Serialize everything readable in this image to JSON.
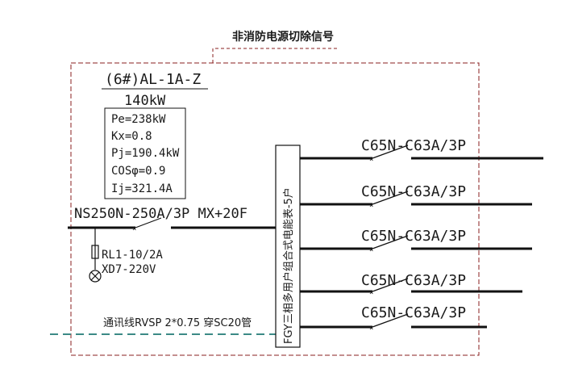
{
  "header": {
    "signal_label": "非消防电源切除信号"
  },
  "panel": {
    "name": "(6#)AL-1A-Z",
    "power": "140kW",
    "params": [
      "Pe=238kW",
      "Kx=0.8",
      "Pj=190.4kW",
      "COSφ=0.9",
      "Ij=321.4A"
    ]
  },
  "incoming": {
    "breaker": "NS250N-250A/3P MX+20F",
    "fuse": "RL1-10/2A",
    "lamp": "XD7-220V",
    "comm_cable": "通讯线RVSP 2*0.75 穿SC20管"
  },
  "meter_box": {
    "label": "FGY三相多用户组合式电能表-5户"
  },
  "outgoing": [
    {
      "breaker": "C65N-C63A/3P"
    },
    {
      "breaker": "C65N-C63A/3P"
    },
    {
      "breaker": "C65N-C63A/3P"
    },
    {
      "breaker": "C65N-C63A/3P"
    },
    {
      "breaker": "C65N-C63A/3P"
    }
  ],
  "colors": {
    "line": "#111111",
    "boundary": "#8a1f1f",
    "comm_dash": "#3c8a86"
  }
}
